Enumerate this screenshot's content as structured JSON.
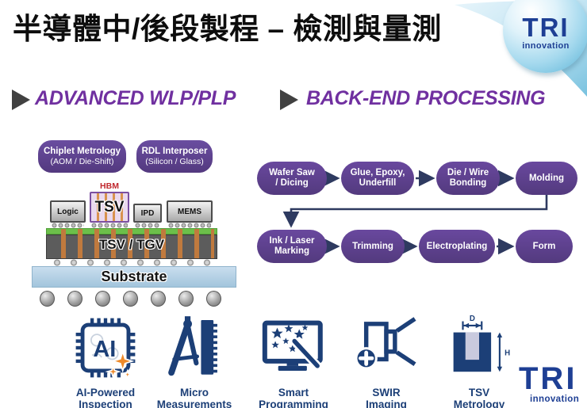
{
  "header": {
    "title": "半導體中/後段製程 – 檢測與量測",
    "logo_text": "TRI",
    "logo_subtext": "innovation"
  },
  "sections": {
    "left_heading": "ADVANCED WLP/PLP",
    "right_heading": "BACK-END PROCESSING"
  },
  "wlp": {
    "badges": [
      {
        "title": "Chiplet Metrology",
        "subtitle": "(AOM / Die-Shift)"
      },
      {
        "title": "RDL Interposer",
        "subtitle": "(Silicon / Glass)"
      }
    ],
    "diagram": {
      "hbm_label": "HBM",
      "chips": [
        "Logic",
        "TSV",
        "IPD",
        "MEMS"
      ],
      "interposer_label": "TSV / TGV",
      "substrate_label": "Substrate"
    }
  },
  "flowchart": {
    "row1": [
      "Wafer Saw\n/ Dicing",
      "Glue, Epoxy,\nUnderfill",
      "Die / Wire\nBonding",
      "Molding"
    ],
    "row2": [
      "Ink / Laser\nMarking",
      "Trimming",
      "Electroplating",
      "Form"
    ]
  },
  "features": [
    {
      "label": "AI-Powered\nInspection",
      "icon_text": "AI"
    },
    {
      "label": "Micro\nMeasurements"
    },
    {
      "label": "Smart\nProgramming"
    },
    {
      "label": "SWIR\nImaging"
    },
    {
      "label": "TSV\nMetrology",
      "width_label": "D",
      "height_label": "H"
    }
  ],
  "footer": {
    "logo_text": "TRI",
    "logo_subtext": "innovation"
  },
  "colors": {
    "purple_box": "#5b3e8e",
    "heading_purple": "#7030a0",
    "icon_blue": "#1c3f77",
    "logo_blue": "#1e3f94",
    "hbm_red": "#c0272d",
    "substrate_blue": "#aecde4",
    "green_layer": "#6cbf4a",
    "copper": "#c07a3e",
    "arrow_navy": "#2e3a60"
  }
}
